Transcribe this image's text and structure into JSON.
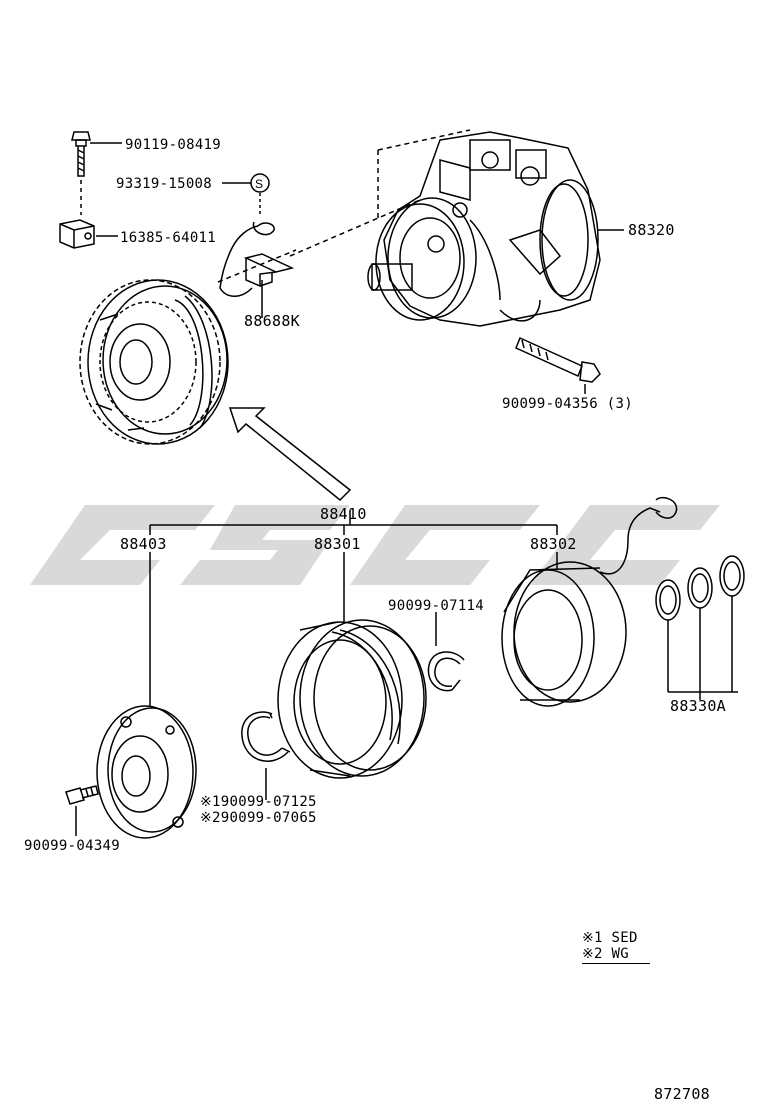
{
  "labels": {
    "bolt_top": "90119-08419",
    "switch_s": "93319-15008",
    "holder": "16385-64011",
    "bracket": "88688K",
    "compressor": "88320",
    "compressor_bolt": "90099-04356 (3)",
    "clutch_assy": "88410",
    "pressure_plate": "88403",
    "rotor": "88301",
    "stator": "88302",
    "snap_ring_rotor": "90099-07114",
    "shims": "88330A",
    "snap_ring_1": "※190099-07125",
    "snap_ring_2": "※290099-07065",
    "plate_bolt": "90099-04349"
  },
  "legend": {
    "line1": "※1 SED",
    "line2": "※2 WG"
  },
  "diagram_number": "872708",
  "watermark_text": "cscc",
  "colors": {
    "ink": "#000000",
    "watermark": "#d9d9d9"
  }
}
